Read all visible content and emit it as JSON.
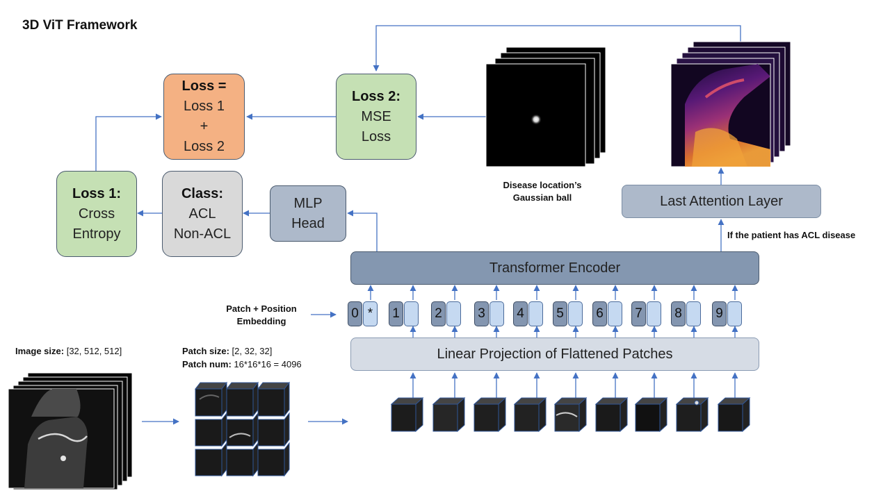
{
  "title": "3D ViT Framework",
  "boxes": {
    "loss_total": {
      "heading": "Loss =",
      "lines": [
        "Loss 1",
        "+",
        "Loss 2"
      ]
    },
    "loss2": {
      "heading": "Loss 2:",
      "lines": [
        "MSE",
        "Loss"
      ]
    },
    "loss1": {
      "heading": "Loss 1:",
      "lines": [
        "Cross",
        "Entropy"
      ]
    },
    "class": {
      "heading": "Class:",
      "lines": [
        "ACL",
        "Non-ACL"
      ]
    },
    "mlp": {
      "lines": [
        "MLP",
        "Head"
      ]
    }
  },
  "bars": {
    "last_attention": "Last Attention Layer",
    "transformer": "Transformer Encoder",
    "linear_projection": "Linear Projection of Flattened Patches"
  },
  "labels": {
    "gaussian": [
      "Disease location’s",
      "Gaussian ball"
    ],
    "acl_condition": "If the patient has ACL disease",
    "patch_embedding": [
      "Patch + Position",
      "Embedding"
    ]
  },
  "image_info": {
    "label": "Image size:",
    "value": "[32, 512, 512]"
  },
  "patch_info": {
    "size_label": "Patch size:",
    "size_value": "[2, 32, 32]",
    "num_label": "Patch num:",
    "num_value": "16*16*16 = 4096"
  },
  "tokens": [
    "0",
    "*",
    "1",
    "2",
    "3",
    "4",
    "5",
    "6",
    "7",
    "8",
    "9"
  ],
  "colors": {
    "loss_total": "#f4b183",
    "loss_green": "#c5e0b4",
    "class_gray": "#d9d9d9",
    "mlp": "#adb9ca",
    "transformer": "#8497b0",
    "last_attention": "#adb9ca",
    "linear_projection": "#d6dce5",
    "arrow": "#4472c4"
  }
}
